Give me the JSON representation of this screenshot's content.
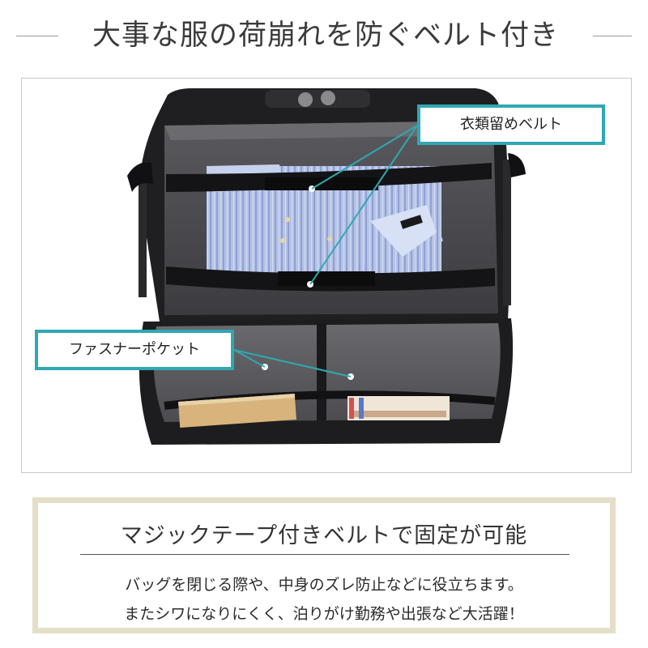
{
  "header": {
    "title": "大事な服の荷崩れを防ぐベルト付き"
  },
  "photo": {
    "callouts": {
      "belt_label": "衣類留めベルト",
      "pocket_label": "ファスナーポケット"
    },
    "colors": {
      "accent": "#2fa8b2",
      "bag": "#1f1f21",
      "lining": "#4a4a4e",
      "shirt": "#a9b8df"
    }
  },
  "info": {
    "subtitle": "マジックテープ付きベルトで固定が可能",
    "line1": "バッグを閉じる際や、中身のズレ防止などに役立ちます。",
    "line2": "またシワになりにくく、泊りがけ勤務や出張など大活躍！",
    "border_color": "#e5dfc9"
  }
}
